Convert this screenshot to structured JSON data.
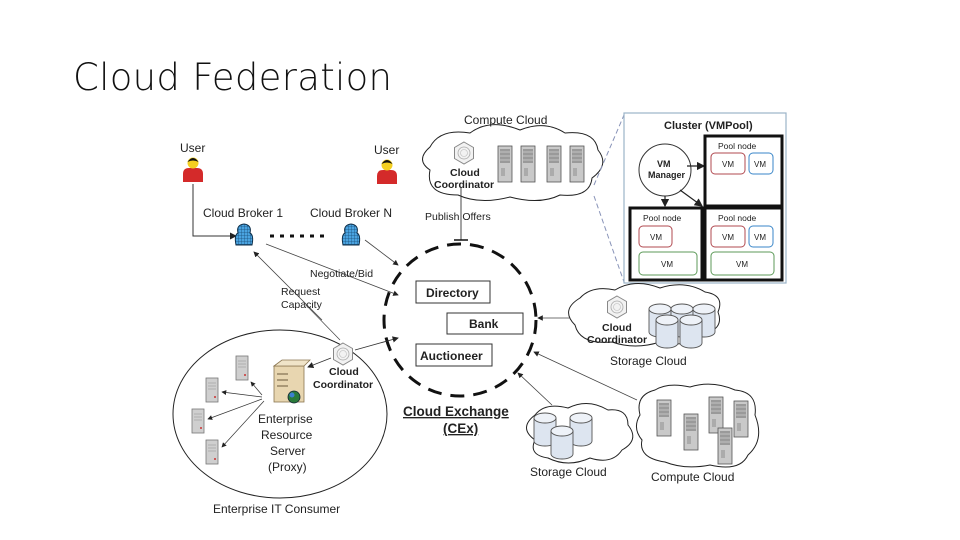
{
  "slide": {
    "title": "Cloud Federation"
  },
  "diagram": {
    "users": [
      {
        "label": "User"
      },
      {
        "label": "User"
      }
    ],
    "brokers": [
      {
        "label": "Cloud Broker 1"
      },
      {
        "label": "Cloud Broker N"
      }
    ],
    "edges": {
      "negotiate": "Negotiate/Bid",
      "request_capacity_1": "Request",
      "request_capacity_2": "Capacity",
      "publish": "Publish Offers"
    },
    "exchange": {
      "title": "Cloud Exchange",
      "subtitle": "(CEx)",
      "components": [
        "Directory",
        "Bank",
        "Auctioneer"
      ]
    },
    "compute_cloud_top": {
      "label": "Compute Cloud",
      "coord_1": "Cloud",
      "coord_2": "Coordinator"
    },
    "cluster": {
      "title": "Cluster (VMPool)",
      "manager_1": "VM",
      "manager_2": "Manager",
      "pool_label": "Pool node",
      "vm_label": "VM"
    },
    "storage_cloud_right": {
      "label": "Storage Cloud",
      "coord_1": "Cloud",
      "coord_2": "Coordinator"
    },
    "storage_cloud_bottom": {
      "label": "Storage Cloud"
    },
    "compute_cloud_bottom": {
      "label": "Compute Cloud"
    },
    "enterprise": {
      "coord_1": "Cloud",
      "coord_2": "Coordinator",
      "server_1": "Enterprise",
      "server_2": "Resource",
      "server_3": "Server",
      "server_4": "(Proxy)",
      "consumer": "Enterprise IT Consumer"
    },
    "colors": {
      "user_red": "#d42a2a",
      "user_face": "#f5d020",
      "broker_blue": "#3b8fd0",
      "vm_red": "#b0484f",
      "vm_blue": "#3a86c8",
      "vm_green": "#5c9a58",
      "cylinder": "#dde5f0"
    }
  }
}
